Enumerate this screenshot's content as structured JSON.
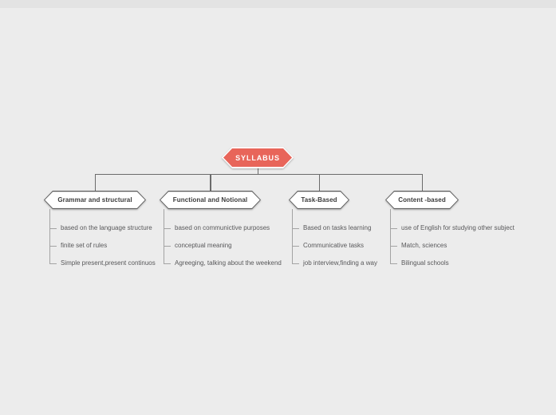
{
  "colors": {
    "bg": "#ececec",
    "topbar": "#e3e3e3",
    "root-fill": "#e8655a",
    "root-text": "#ffffff",
    "node-border": "#5a5a5a",
    "node-fill": "#ffffff",
    "node-text": "#3b3b3b",
    "connector": "#6b6b6b",
    "subline": "#a3a3a3",
    "subtext": "#58585a"
  },
  "root": {
    "label": "SYLLABUS"
  },
  "branches": [
    {
      "label": "Grammar and structural",
      "items": [
        "based on the language structure",
        "finite set of rules",
        "Simple present,present continuos"
      ]
    },
    {
      "label": "Functional and Notional",
      "items": [
        "based on communictive purposes",
        "conceptual meaning",
        "Agreeging, talking about the weekend"
      ]
    },
    {
      "label": "Task-Based",
      "items": [
        "Based on tasks learning",
        "Communicative tasks",
        "job interview,finding a way"
      ]
    },
    {
      "label": "Content -based",
      "items": [
        "use of English for studying other subject",
        "Match, sciences",
        "Bilingual schools"
      ]
    }
  ]
}
